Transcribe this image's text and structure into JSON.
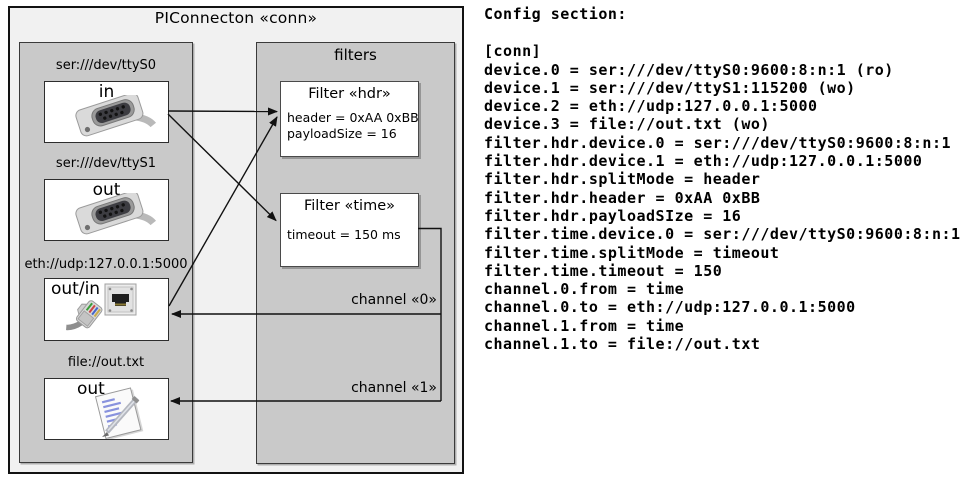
{
  "diagram": {
    "title": "PIConnecton «conn»",
    "filters_group_label": "filters",
    "devices": [
      {
        "label": "ser:///dev/ttyS0",
        "port": "in",
        "icon": "serial-connector-icon"
      },
      {
        "label": "ser:///dev/ttyS1",
        "port": "out",
        "icon": "serial-connector-icon"
      },
      {
        "label": "eth://udp:127.0.0.1:5000",
        "port": "out/in",
        "icon": "ethernet-port-icon ethernet-cable-icon"
      },
      {
        "label": "file://out.txt",
        "port": "out",
        "icon": "notepad-pen-icon"
      }
    ],
    "filters": [
      {
        "title": "Filter «hdr»",
        "params": [
          "header = 0xAA 0xBB",
          "payloadSize = 16"
        ]
      },
      {
        "title": "Filter «time»",
        "params": [
          "timeout = 150 ms"
        ]
      }
    ],
    "channels": [
      {
        "label": "channel «0»"
      },
      {
        "label": "channel «1»"
      }
    ]
  },
  "config": {
    "heading": "Config section:",
    "lines": [
      "[conn]",
      "device.0 = ser:///dev/ttyS0:9600:8:n:1 (ro)",
      "device.1 = ser:///dev/ttyS1:115200 (wo)",
      "device.2 = eth://udp:127.0.0.1:5000",
      "device.3 = file://out.txt (wo)",
      "filter.hdr.device.0 = ser:///dev/ttyS0:9600:8:n:1",
      "filter.hdr.device.1 = eth://udp:127.0.0.1:5000",
      "filter.hdr.splitMode = header",
      "filter.hdr.header = 0xAA 0xBB",
      "filter.hdr.payloadSIze = 16",
      "filter.time.device.0 = ser:///dev/ttyS0:9600:8:n:1",
      "filter.time.splitMode = timeout",
      "filter.time.timeout = 150",
      "channel.0.from = time",
      "channel.0.to = eth://udp:127.0.0.1:5000",
      "channel.1.from = time",
      "channel.1.to = file://out.txt"
    ]
  },
  "colors": {
    "outer_fill": "#f1f1f1",
    "group_fill": "#c9c9c9",
    "box_fill": "#ffffff",
    "line": "#111111",
    "text": "#000000"
  }
}
